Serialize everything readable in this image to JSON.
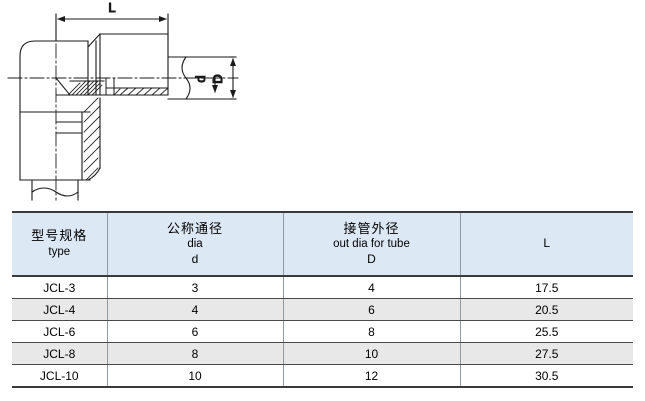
{
  "drawing": {
    "title": "90-degree elbow compression fitting cross-section drawing",
    "dimension_labels": {
      "length": "L",
      "inner_dia": "d",
      "outer_dia": "D"
    }
  },
  "table": {
    "columns": [
      {
        "cn": "型号规格",
        "en": "type",
        "sym": ""
      },
      {
        "cn": "公称通径",
        "en": "dia",
        "sym": "d"
      },
      {
        "cn": "接管外径",
        "en": "out dia for tube",
        "sym": "D"
      },
      {
        "cn": "",
        "en": "",
        "sym": "L"
      }
    ],
    "rows": [
      {
        "type": "JCL-3",
        "d": "3",
        "D": "4",
        "L": "17.5"
      },
      {
        "type": "JCL-4",
        "d": "4",
        "D": "6",
        "L": "20.5"
      },
      {
        "type": "JCL-6",
        "d": "6",
        "D": "8",
        "L": "25.5"
      },
      {
        "type": "JCL-8",
        "d": "8",
        "D": "10",
        "L": "27.5"
      },
      {
        "type": "JCL-10",
        "d": "10",
        "D": "12",
        "L": "30.5"
      }
    ]
  },
  "colors": {
    "header_bg": "#dce9f5",
    "alt_row_bg": "#e8e8e8",
    "line": "#1a1a1a"
  }
}
